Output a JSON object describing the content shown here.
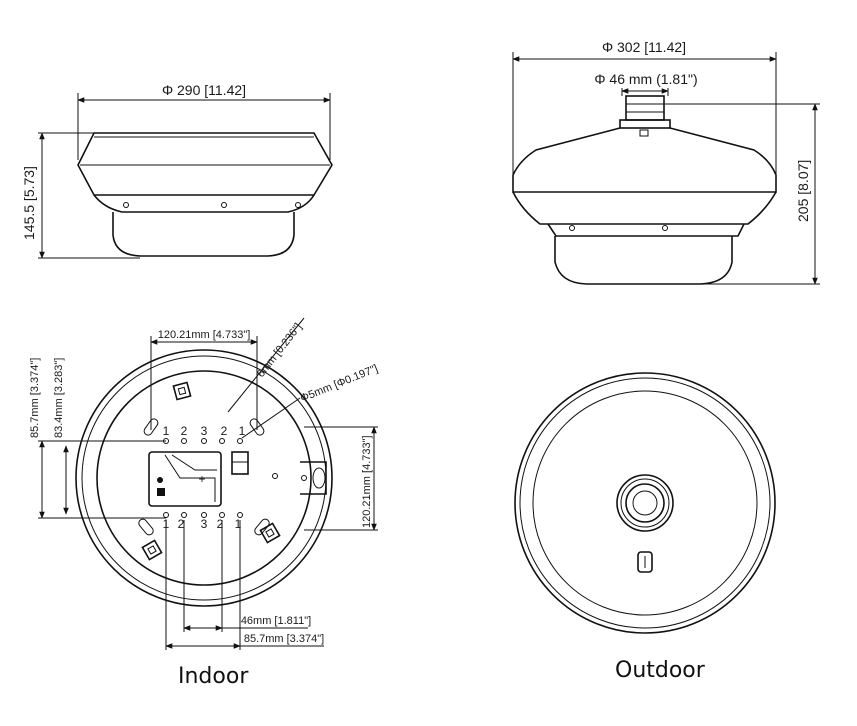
{
  "indoor": {
    "caption": "Indoor",
    "side_view": {
      "diameter_label": "Φ 290 [11.42]",
      "height_label": "145.5 [5.73]"
    },
    "mount_view": {
      "top_spacing": "120.21mm [4.733\"]",
      "slot_label": "6mm [0.236\"]",
      "hole_label": "Φ5mm [Φ0.197\"]",
      "left_outer": "85.7mm [3.374\"]",
      "left_inner": "83.4mm [3.283\"]",
      "right_spacing": "120.21mm [4.733\"]",
      "bottom_inner": "46mm [1.811\"]",
      "bottom_outer": "85.7mm [3.374\"]",
      "top_numbers": [
        "1",
        "2",
        "3",
        "2",
        "1"
      ],
      "bottom_numbers": [
        "1",
        "2",
        "3",
        "2",
        "1"
      ]
    }
  },
  "outdoor": {
    "caption": "Outdoor",
    "side_view": {
      "diameter_label": "Φ 302 [11.42]",
      "conduit_label": "Φ 46 mm (1.81\")",
      "height_label": "205 [8.07]"
    }
  }
}
